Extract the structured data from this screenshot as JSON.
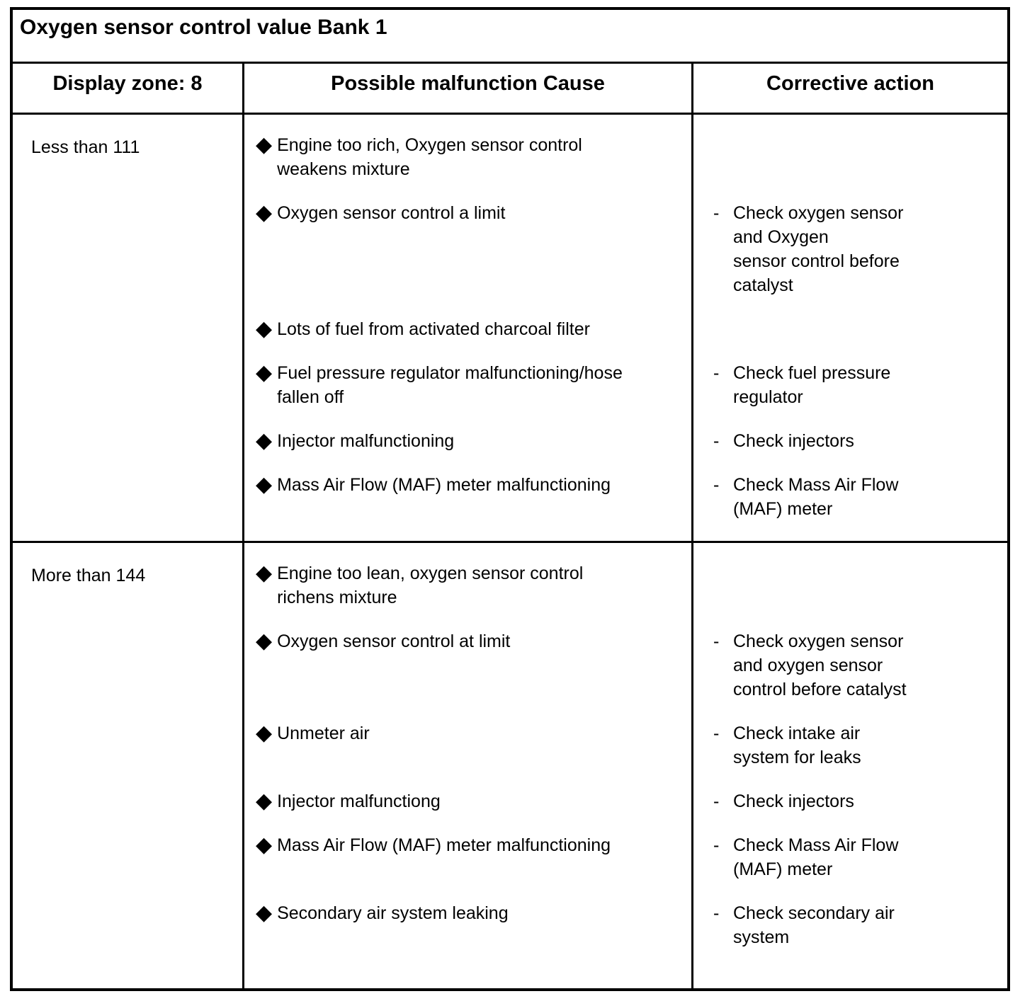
{
  "table": {
    "title": "Oxygen sensor control value Bank 1",
    "headers": {
      "zone": "Display zone: 8",
      "cause": "Possible malfunction Cause",
      "action": "Corrective action"
    },
    "bullet_glyph": "◆",
    "dash_glyph": "-",
    "rows": [
      {
        "zone": "Less than 111",
        "entries": [
          {
            "cause": "Engine too rich, Oxygen sensor control\nweakens mixture",
            "action": ""
          },
          {
            "cause": "Oxygen sensor control a limit",
            "action": "Check oxygen sensor\nand Oxygen\nsensor control before\ncatalyst"
          },
          {
            "cause": "Lots of fuel from activated charcoal filter",
            "action": ""
          },
          {
            "cause": "Fuel pressure regulator malfunctioning/hose\nfallen off",
            "action": "Check fuel pressure\nregulator"
          },
          {
            "cause": "Injector malfunctioning",
            "action": "Check injectors"
          },
          {
            "cause": "Mass Air Flow (MAF) meter malfunctioning",
            "action": "Check Mass Air Flow\n(MAF) meter"
          }
        ]
      },
      {
        "zone": "More than 144",
        "entries": [
          {
            "cause": "Engine too lean, oxygen sensor control\nrichens mixture",
            "action": ""
          },
          {
            "cause": "Oxygen sensor control at limit",
            "action": "Check oxygen sensor\nand oxygen sensor\ncontrol before catalyst"
          },
          {
            "cause": "Unmeter air",
            "action": "Check intake air\nsystem for leaks"
          },
          {
            "cause": "Injector malfunctiong",
            "action": "Check injectors"
          },
          {
            "cause": "Mass Air Flow (MAF) meter malfunctioning",
            "action": "Check Mass Air Flow\n(MAF) meter"
          },
          {
            "cause": "Secondary air system leaking",
            "action": "Check secondary air\nsystem"
          }
        ]
      }
    ]
  }
}
